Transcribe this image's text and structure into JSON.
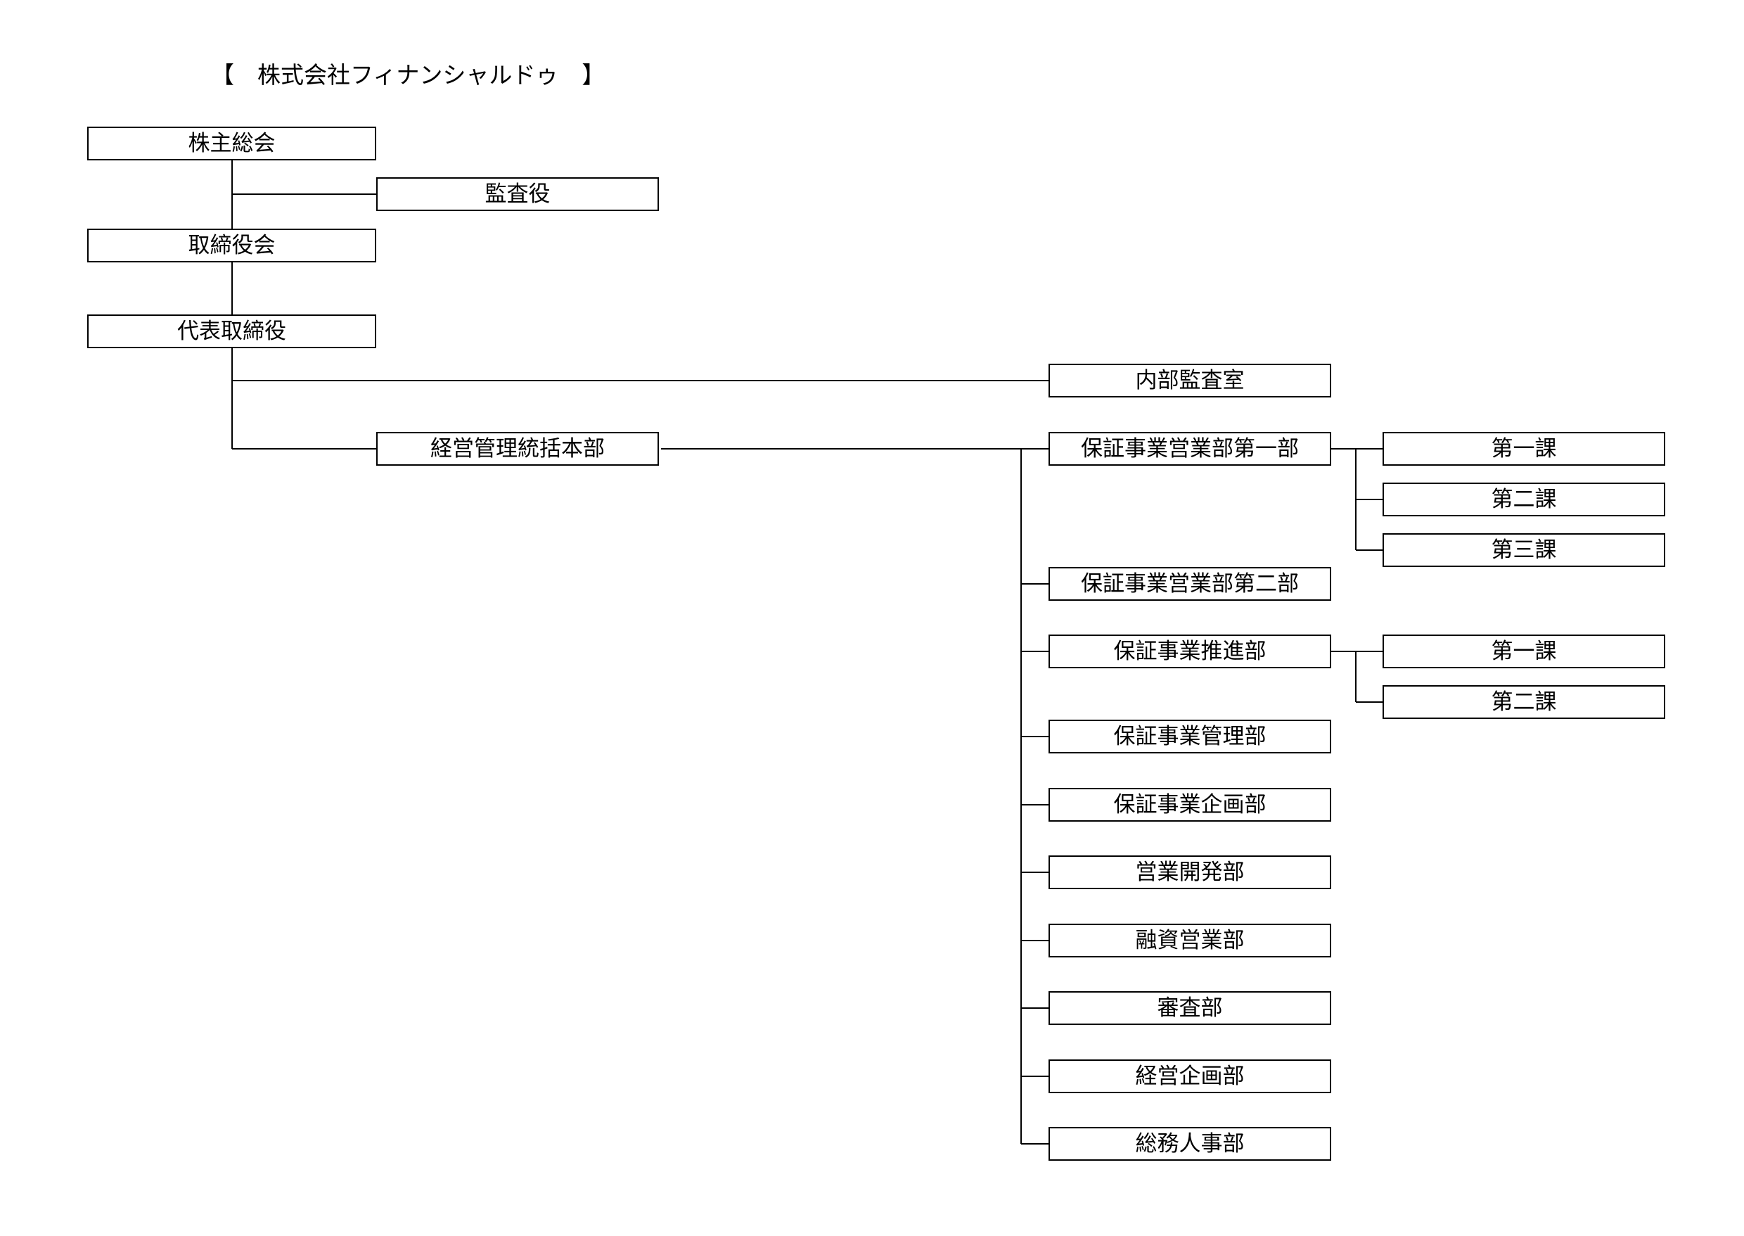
{
  "title": "【　株式会社フィナンシャルドゥ　】",
  "nodes": {
    "shareholders": "株主総会",
    "auditor": "監査役",
    "board": "取締役会",
    "ceo": "代表取締役",
    "internal_audit": "内部監査室",
    "management_hq": "経営管理統括本部",
    "guarantee_sales_1": "保証事業営業部第一部",
    "g1_section_1": "第一課",
    "g1_section_2": "第二課",
    "g1_section_3": "第三課",
    "guarantee_sales_2": "保証事業営業部第二部",
    "guarantee_promotion": "保証事業推進部",
    "gp_section_1": "第一課",
    "gp_section_2": "第二課",
    "guarantee_management": "保証事業管理部",
    "guarantee_planning": "保証事業企画部",
    "business_development": "営業開発部",
    "loan_sales": "融資営業部",
    "screening": "審査部",
    "corporate_planning": "経営企画部",
    "general_affairs_hr": "総務人事部"
  }
}
